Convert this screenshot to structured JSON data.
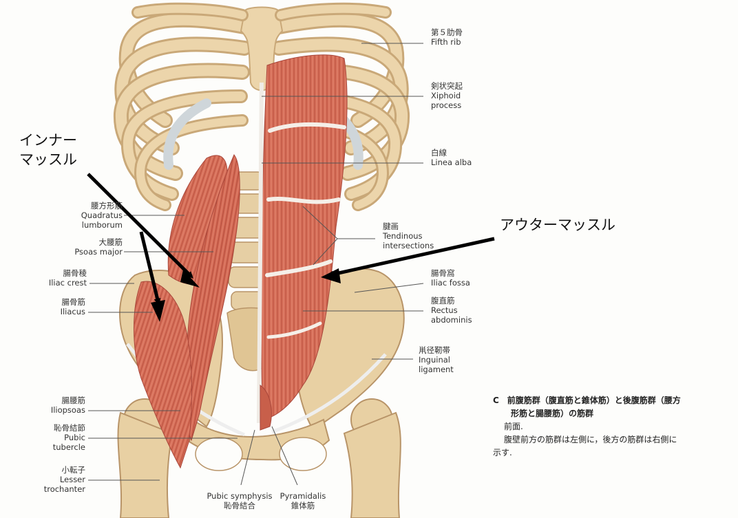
{
  "labels": {
    "fifth_rib": {
      "ja": "第５肋骨",
      "en": "Fifth rib"
    },
    "xiphoid": {
      "ja": "剣状突起",
      "en1": "Xiphoid",
      "en2": "process"
    },
    "linea_alba": {
      "ja": "白線",
      "en": "Linea alba"
    },
    "quadratus": {
      "ja": "腰方形筋",
      "en1": "Quadratus",
      "en2": "lumborum"
    },
    "psoas": {
      "ja": "大腰筋",
      "en": "Psoas major"
    },
    "tendinous": {
      "ja": "腱画",
      "en1": "Tendinous",
      "en2": "intersections"
    },
    "iliac_crest": {
      "ja": "腸骨稜",
      "en": "Iliac crest"
    },
    "iliac_fossa": {
      "ja": "腸骨窩",
      "en": "Iliac fossa"
    },
    "iliacus": {
      "ja": "腸骨筋",
      "en": "Iliacus"
    },
    "rectus": {
      "ja": "腹直筋",
      "en1": "Rectus",
      "en2": "abdominis"
    },
    "inguinal": {
      "ja": "鼡径靭帯",
      "en1": "Inguinal",
      "en2": "ligament"
    },
    "iliopsoas": {
      "ja": "腸腰筋",
      "en": "Iliopsoas"
    },
    "pubic_tubercle": {
      "ja": "恥骨結節",
      "en1": "Pubic",
      "en2": "tubercle"
    },
    "lesser_trochanter": {
      "ja": "小転子",
      "en1": "Lesser",
      "en2": "trochanter"
    },
    "pubic_symphysis": {
      "en": "Pubic symphysis",
      "ja": "恥骨結合"
    },
    "pyramidalis": {
      "en": "Pyramidalis",
      "ja": "錐体筋"
    }
  },
  "annotations": {
    "inner_line1": "インナー",
    "inner_line2": "マッスル",
    "outer": "アウターマッスル"
  },
  "caption": {
    "title1": "C　前腹筋群（腹直筋と錐体筋）と後腹筋群（腰方",
    "title2": "形筋と腸腰筋）の筋群",
    "line1": "前面.",
    "line2": "腹壁前方の筋群は左側に，後方の筋群は右側に",
    "line3": "示す."
  },
  "colors": {
    "bone": "#e9d2a8",
    "bone_shadow": "#c9a878",
    "cartilage": "#d9dde0",
    "muscle": "#d9705a",
    "muscle_dark": "#b8503e",
    "tendon": "#f3ede6",
    "arrow": "#000000"
  }
}
